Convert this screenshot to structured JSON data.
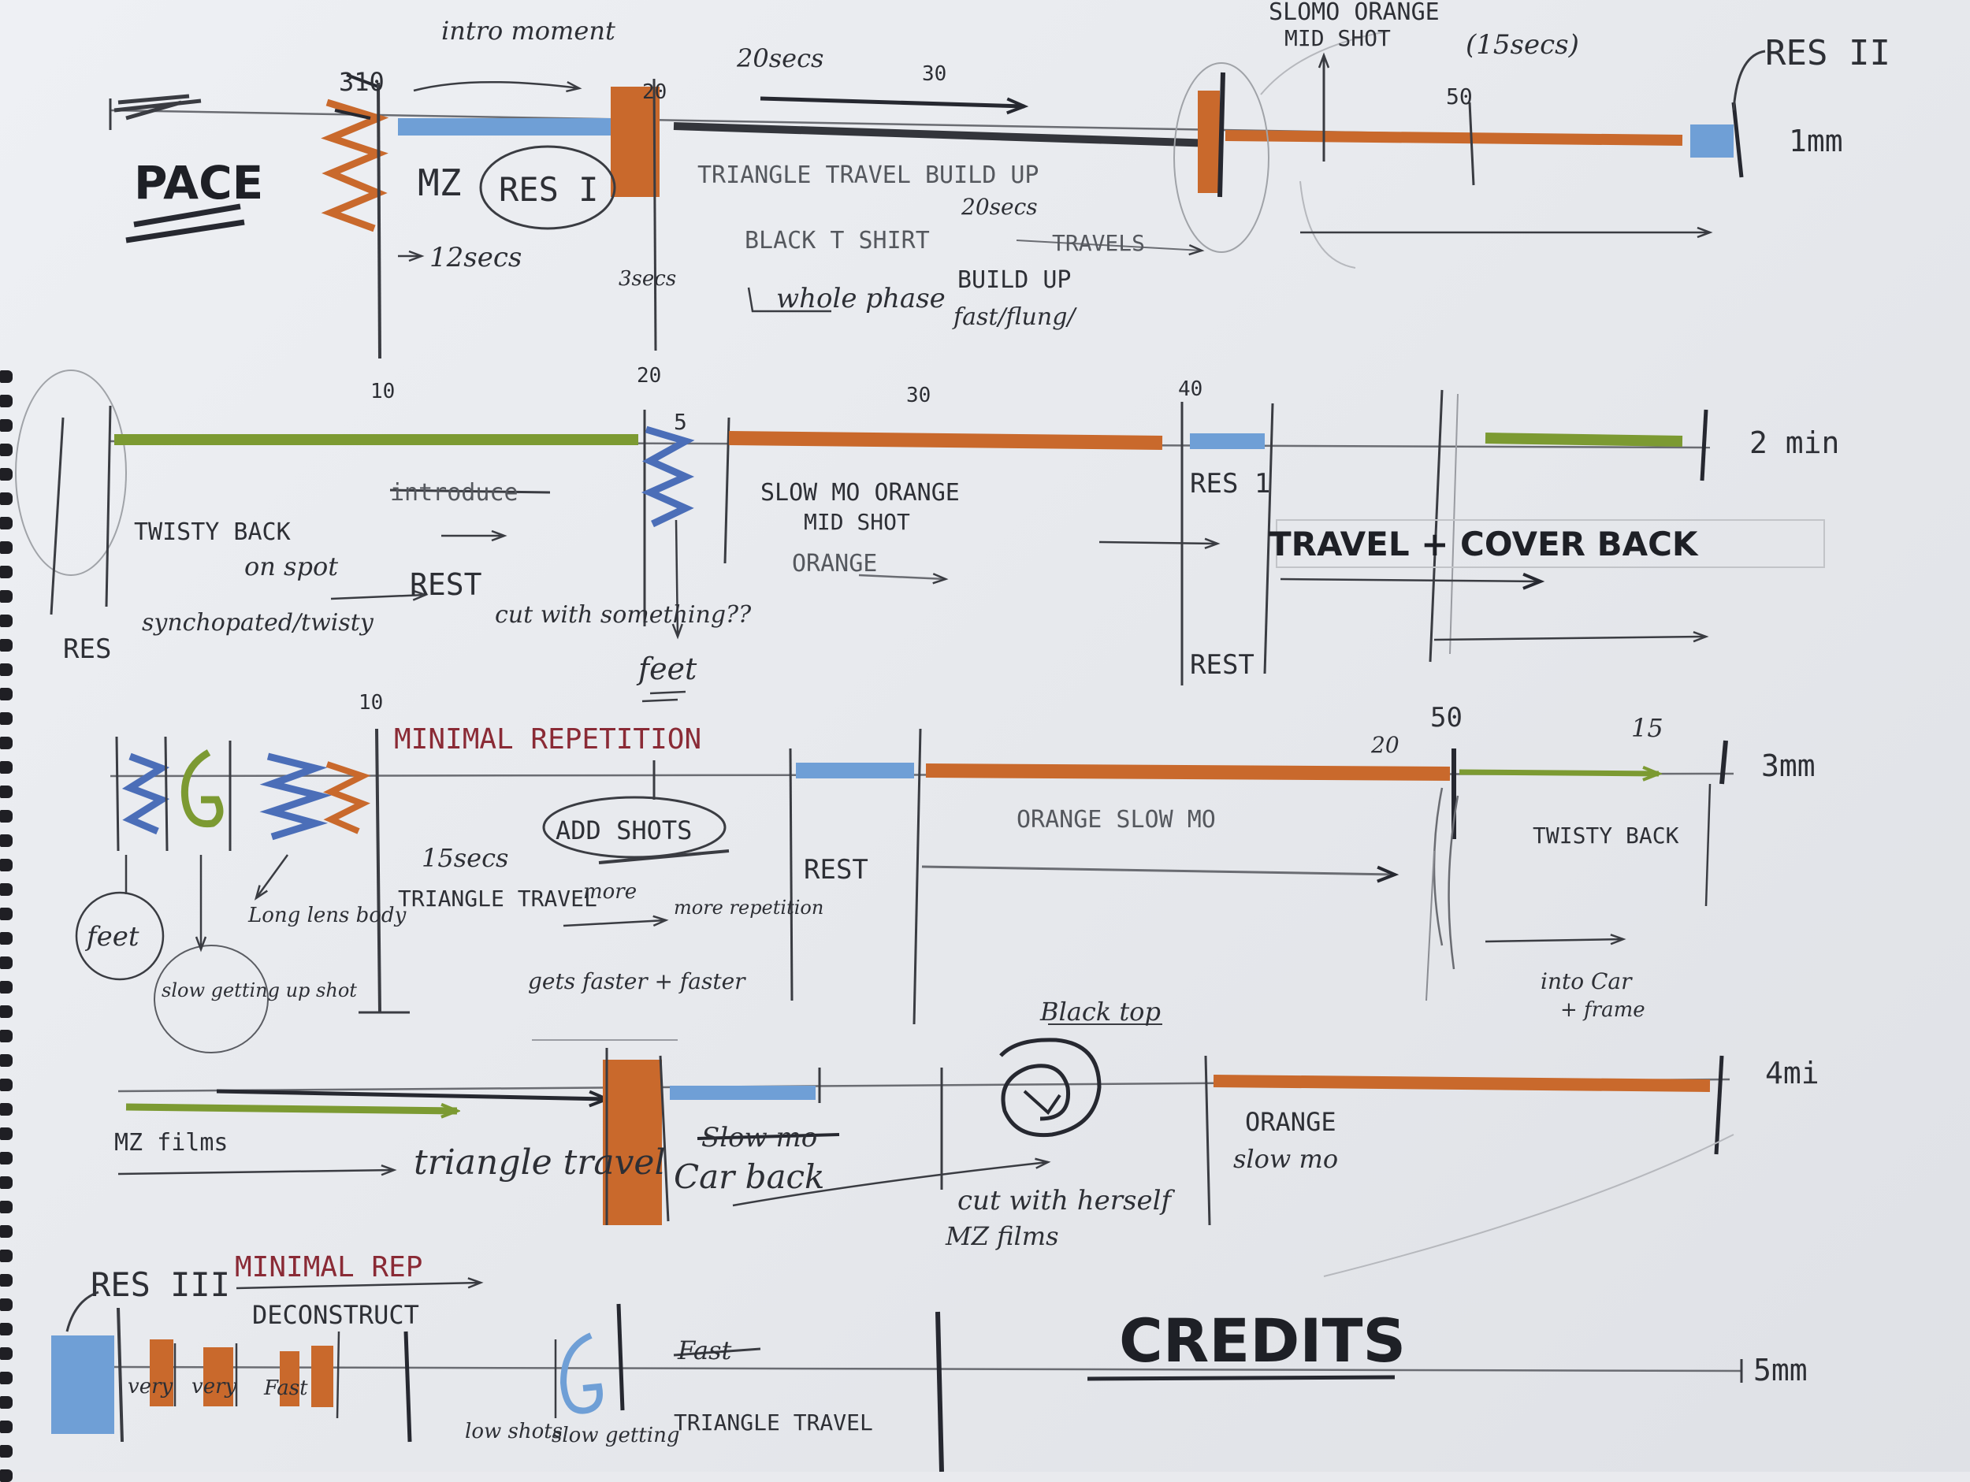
{
  "colors": {
    "orange": "#c9692c",
    "blue": "#6f9fd6",
    "green": "#7c9a32",
    "pencil": "#3a3c42",
    "red": "#8a2a35",
    "dark": "#262830"
  },
  "row1": {
    "title": "PACE",
    "marks": {
      "ten": "310",
      "twenty": "20",
      "thirty": "30",
      "fifty": "50",
      "one_min": "1mm"
    },
    "intro": "intro moment",
    "res1": "RES I",
    "mz": "MZ",
    "secs12": "12secs",
    "secs3": "3secs",
    "secs20a": "20secs",
    "secs20b": "20secs",
    "secs15": "(15secs)",
    "triangle": "TRIANGLE TRAVEL BUILD UP",
    "black_tshirt": "BLACK T SHIRT",
    "travels": "TRAVELS",
    "whole_phase": "whole phase",
    "build_up": "BUILD UP",
    "fast": "fast/flung/",
    "slomo": "SLOMO ORANGE",
    "mid_shot": "MID SHOT",
    "res2": "RES II"
  },
  "row2": {
    "marks": {
      "ten": "10",
      "twenty": "20",
      "thirty": "30",
      "forty": "40",
      "two_min": "2 min"
    },
    "five": "5",
    "res": "RES",
    "twisty": "TWISTY BACK",
    "on_spot": "on spot",
    "syncopated": "synchopated/twisty",
    "introduce": "introduce",
    "rest": "REST",
    "cut_with": "cut with something??",
    "feet": "feet",
    "slowmo": "SLOW MO ORANGE",
    "mid_shot": "MID SHOT",
    "orange": "ORANGE",
    "res1": "RES 1",
    "rest2": "REST",
    "travel": "TRAVEL + COVER BACK"
  },
  "row3": {
    "marks": {
      "ten": "10",
      "twenty": "20",
      "fifty": "50",
      "fifteen": "15",
      "three_min": "3mm"
    },
    "minimal": "MINIMAL REPETITION",
    "add_shots": "ADD SHOTS",
    "secs15": "15secs",
    "triangle": "TRIANGLE TRAVEL",
    "more": "more",
    "more_rep": "more repetition",
    "faster": "gets faster + faster",
    "rest": "REST",
    "feet": "feet",
    "slow": "slow getting up shot",
    "long": "Long lens body",
    "orange_slowmo": "ORANGE SLOW MO",
    "twisty": "TWISTY BACK",
    "into": "into Car",
    "frame": "+ frame"
  },
  "row4": {
    "marks": {
      "four_min": "4mi"
    },
    "mz_films": "MZ films",
    "triangle": "triangle travel",
    "slowmo_struck": "Slow mo",
    "car_back": "Car back",
    "black_top": "Black top",
    "cut_with": "cut with herself",
    "orange": "ORANGE",
    "slow_mo": "slow mo"
  },
  "row5": {
    "marks": {
      "five_min": "5mm"
    },
    "res3": "RES III",
    "minimal": "MINIMAL REP",
    "deconstruct": "DECONSTRUCT",
    "very": "very",
    "fast": "Fast",
    "low": "low shots",
    "slow": "slow getting",
    "struck": "Fast",
    "triangle": "TRIANGLE TRAVEL",
    "credits": "CREDITS"
  }
}
